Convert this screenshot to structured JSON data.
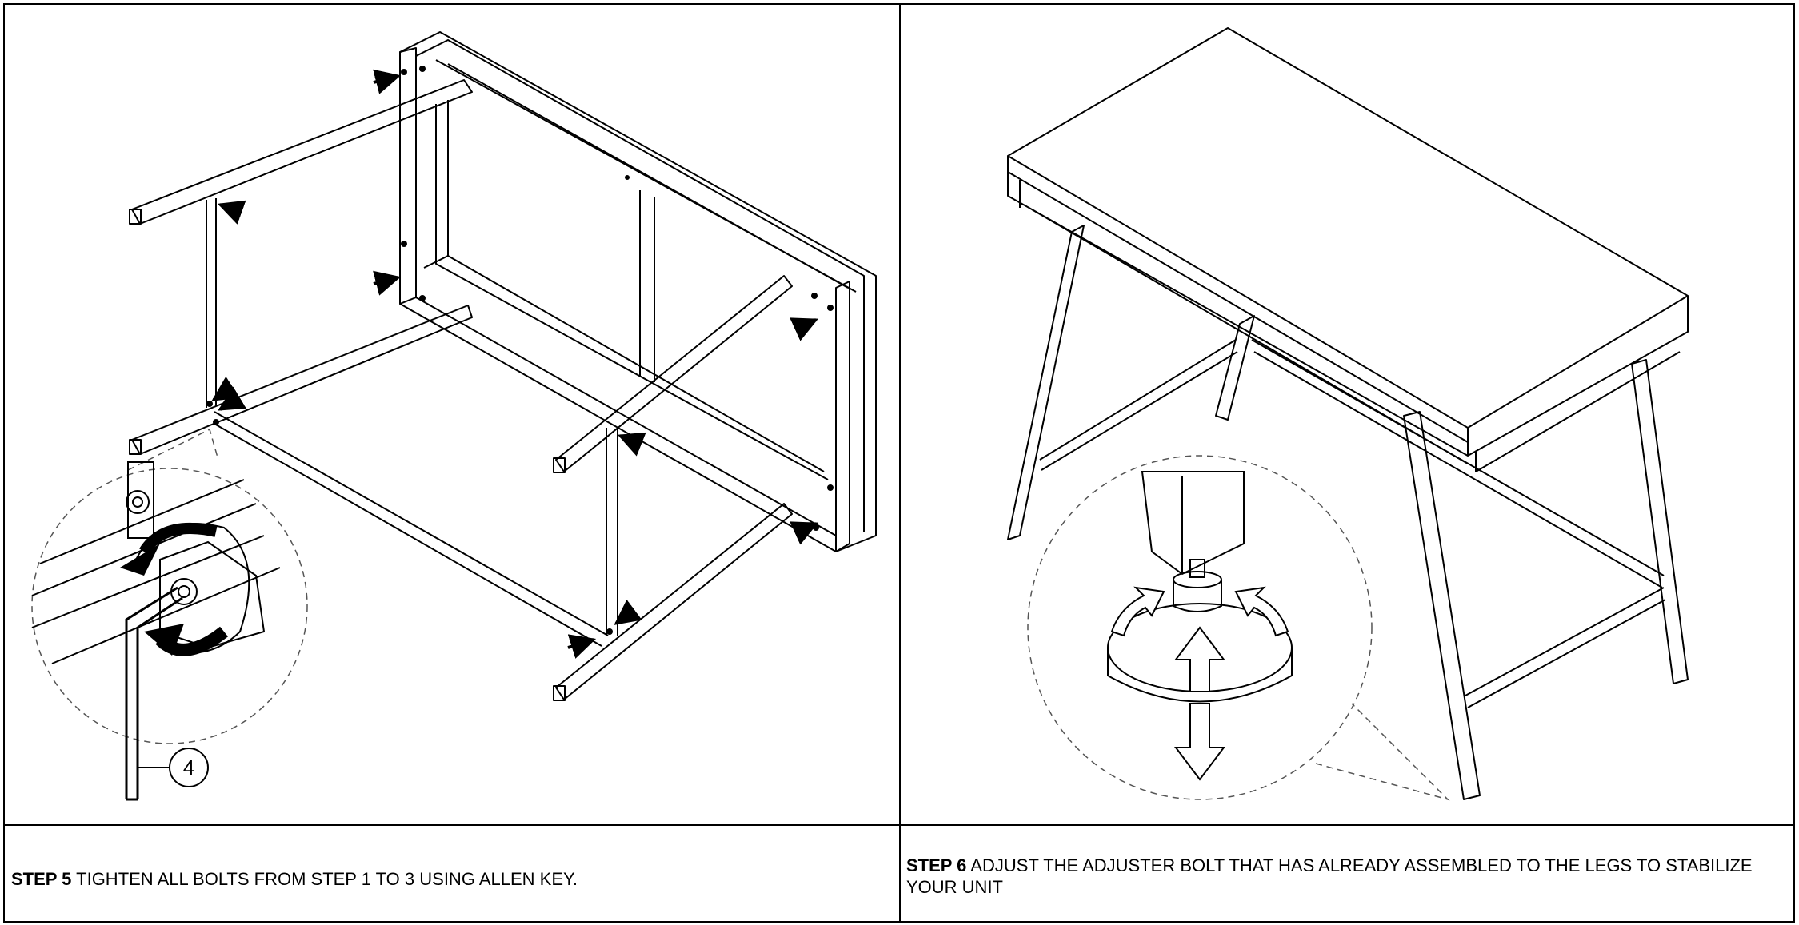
{
  "steps": [
    {
      "label": "STEP 5",
      "text": "TIGHTEN ALL BOLTS FROM STEP 1 TO 3 USING ALLEN KEY."
    },
    {
      "label": "STEP 6",
      "text": "ADJUST THE ADJUSTER BOLT THAT HAS ALREADY ASSEMBLED TO THE LEGS TO STABILIZE YOUR UNIT"
    }
  ],
  "callouts": {
    "allen_key_part_number": "4"
  },
  "colors": {
    "line": "#000000",
    "background": "#ffffff",
    "dashed_detail": "#555555"
  },
  "icons": [
    "arrow-marker-icon",
    "rotation-arrow-icon",
    "allen-key-icon",
    "adjuster-bolt-icon"
  ]
}
